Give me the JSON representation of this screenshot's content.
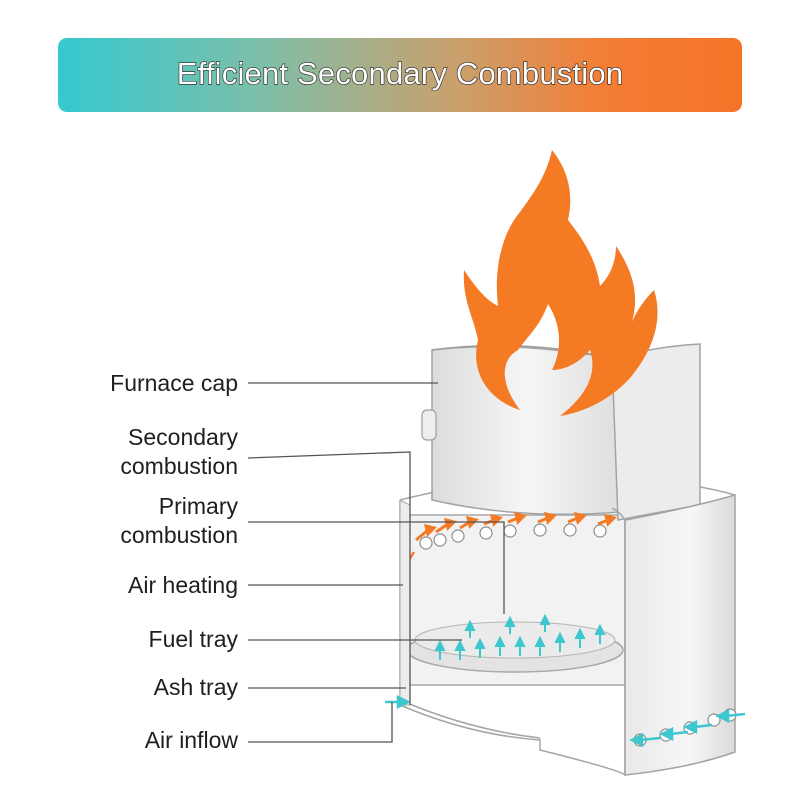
{
  "title": "Efficient Secondary Combustion",
  "labels": {
    "furnace_cap": "Furnace cap",
    "secondary_1": "Secondary",
    "secondary_2": "combustion",
    "primary_1": "Primary",
    "primary_2": "combustion",
    "air_heating": "Air heating",
    "fuel_tray": "Fuel tray",
    "ash_tray": "Ash tray",
    "air_inflow": "Air inflow"
  },
  "colors": {
    "flame": "#f47a24",
    "air": "#3ec7cf",
    "metal_light": "#f4f4f4",
    "metal_mid": "#e6e6e6",
    "outline": "#9c9c9c",
    "leader": "#555555"
  }
}
